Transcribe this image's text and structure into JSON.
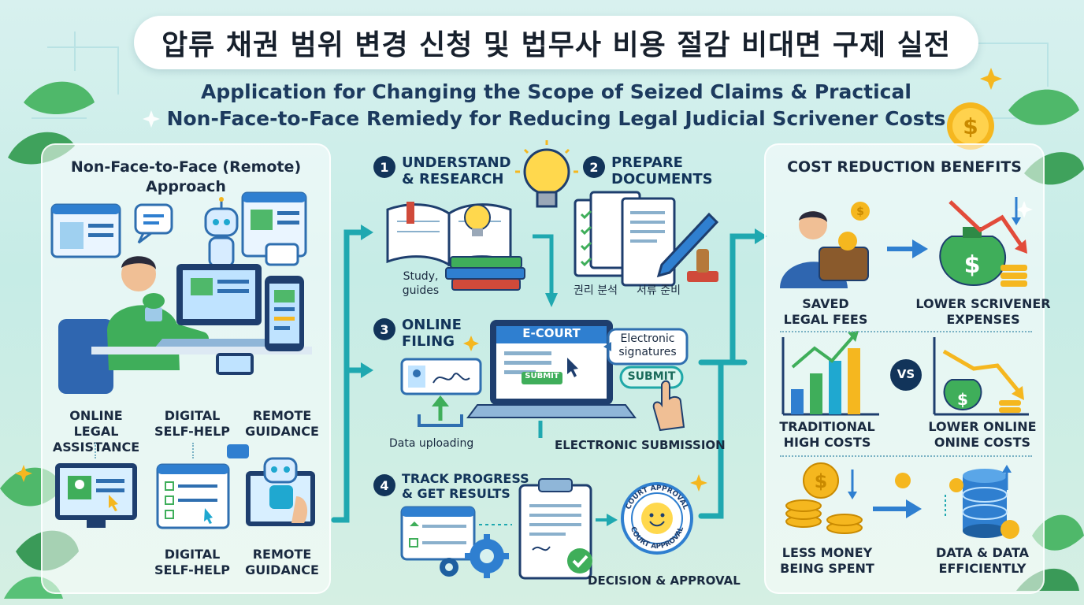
{
  "title": "압류 채권 범위 변경 신청 및 법무사 비용 절감 비대면 구제 실전",
  "subtitle": {
    "line1": "Application for Changing the Scope of Seized Claims & Practical",
    "line2": "Non-Face-to-Face Remiedy for Reducing Legal Judicial Scrivener Costs"
  },
  "left_panel": {
    "title_line1": "Non-Face-to-Face (Remote)",
    "title_line2": "Approach",
    "labels": [
      {
        "line1": "ONLINE LEGAL",
        "line2": "ASSISTANCE"
      },
      {
        "line1": "DIGITAL",
        "line2": "SELF-HELP"
      },
      {
        "line1": "REMOTE",
        "line2": "GUIDANCE"
      }
    ],
    "bottom_labels": [
      {
        "line1": "DIGITAL",
        "line2": "SELF-HELP"
      },
      {
        "line1": "REMOTE",
        "line2": "GUIDANCE"
      }
    ]
  },
  "process": {
    "steps": [
      {
        "num": "1",
        "line1": "UNDERSTAND",
        "line2": "& RESEARCH"
      },
      {
        "num": "2",
        "line1": "PREPARE",
        "line2": "DOCUMENTS"
      },
      {
        "num": "3",
        "line1": "ONLINE",
        "line2": "FILING"
      },
      {
        "num": "4",
        "line1": "TRACK PROGRESS",
        "line2": "& GET RESULTS"
      }
    ],
    "study_line1": "Study,",
    "study_line2": "guides",
    "rights_analysis": "권리 분석",
    "document_prep": "서류 준비",
    "ecourt": "E-COURT",
    "submit_small": "SUBMIT",
    "esign_line1": "Electronic",
    "esign_line2": "signatures",
    "submit_button": "SUBMIT",
    "data_uploading": "Data uploading",
    "electronic_submission": "ELECTRONIC SUBMISSION",
    "stamp_text": "COURT APPROVAL",
    "decision": "DECISION & APPROVAL"
  },
  "right_panel": {
    "title": "COST REDUCTION BENEFITS",
    "saved": {
      "line1": "SAVED",
      "line2": "LEGAL FEES"
    },
    "lower_scrivener": {
      "line1": "LOWER SCRIVENER",
      "line2": "EXPENSES"
    },
    "traditional": {
      "line1": "TRADITIONAL",
      "line2": "HIGH COSTS"
    },
    "vs": "VS",
    "lower_online": {
      "line1": "LOWER ONLINE",
      "line2": "ONINE COSTS"
    },
    "less_money": {
      "line1": "LESS MONEY",
      "line2": "BEING SPENT"
    },
    "data_eff": {
      "line1": "DATA & DATA",
      "line2": "EFFICIENTLY"
    }
  },
  "colors": {
    "navy": "#12345a",
    "teal": "#1fa8a8",
    "green": "#3fae5a",
    "gold": "#f5b71f",
    "blue": "#2f7fd0"
  }
}
